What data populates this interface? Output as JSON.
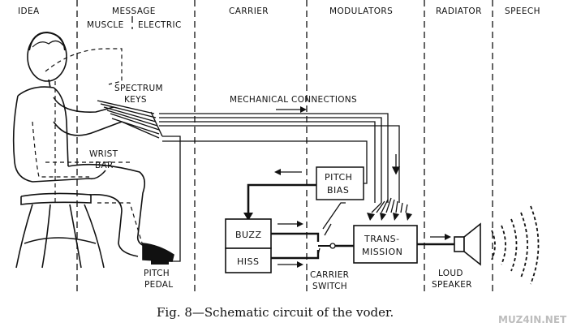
{
  "headers": {
    "idea": "IDEA",
    "message": "MESSAGE",
    "muscle": "MUSCLE",
    "electric": "ELECTRIC",
    "carrier": "CARRIER",
    "modulators": "MODULATORS",
    "radiator": "RADIATOR",
    "speech": "SPEECH"
  },
  "labels": {
    "spectrum_1": "SPECTRUM",
    "spectrum_2": "KEYS",
    "mechanical": "MECHANICAL CONNECTIONS",
    "wrist_1": "WRIST",
    "wrist_2": "BAR",
    "pitch_bias_1": "PITCH",
    "pitch_bias_2": "BIAS",
    "buzz": "BUZZ",
    "hiss": "HISS",
    "transmission_1": "TRANS-",
    "transmission_2": "MISSION",
    "carrier_switch_1": "CARRIER",
    "carrier_switch_2": "SWITCH",
    "pitch_pedal_1": "PITCH",
    "pitch_pedal_2": "PEDAL",
    "loud_speaker_1": "LOUD",
    "loud_speaker_2": "SPEAKER"
  },
  "caption": "Fig. 8—Schematic circuit of the voder.",
  "watermark": "MUZ4IN.NET"
}
